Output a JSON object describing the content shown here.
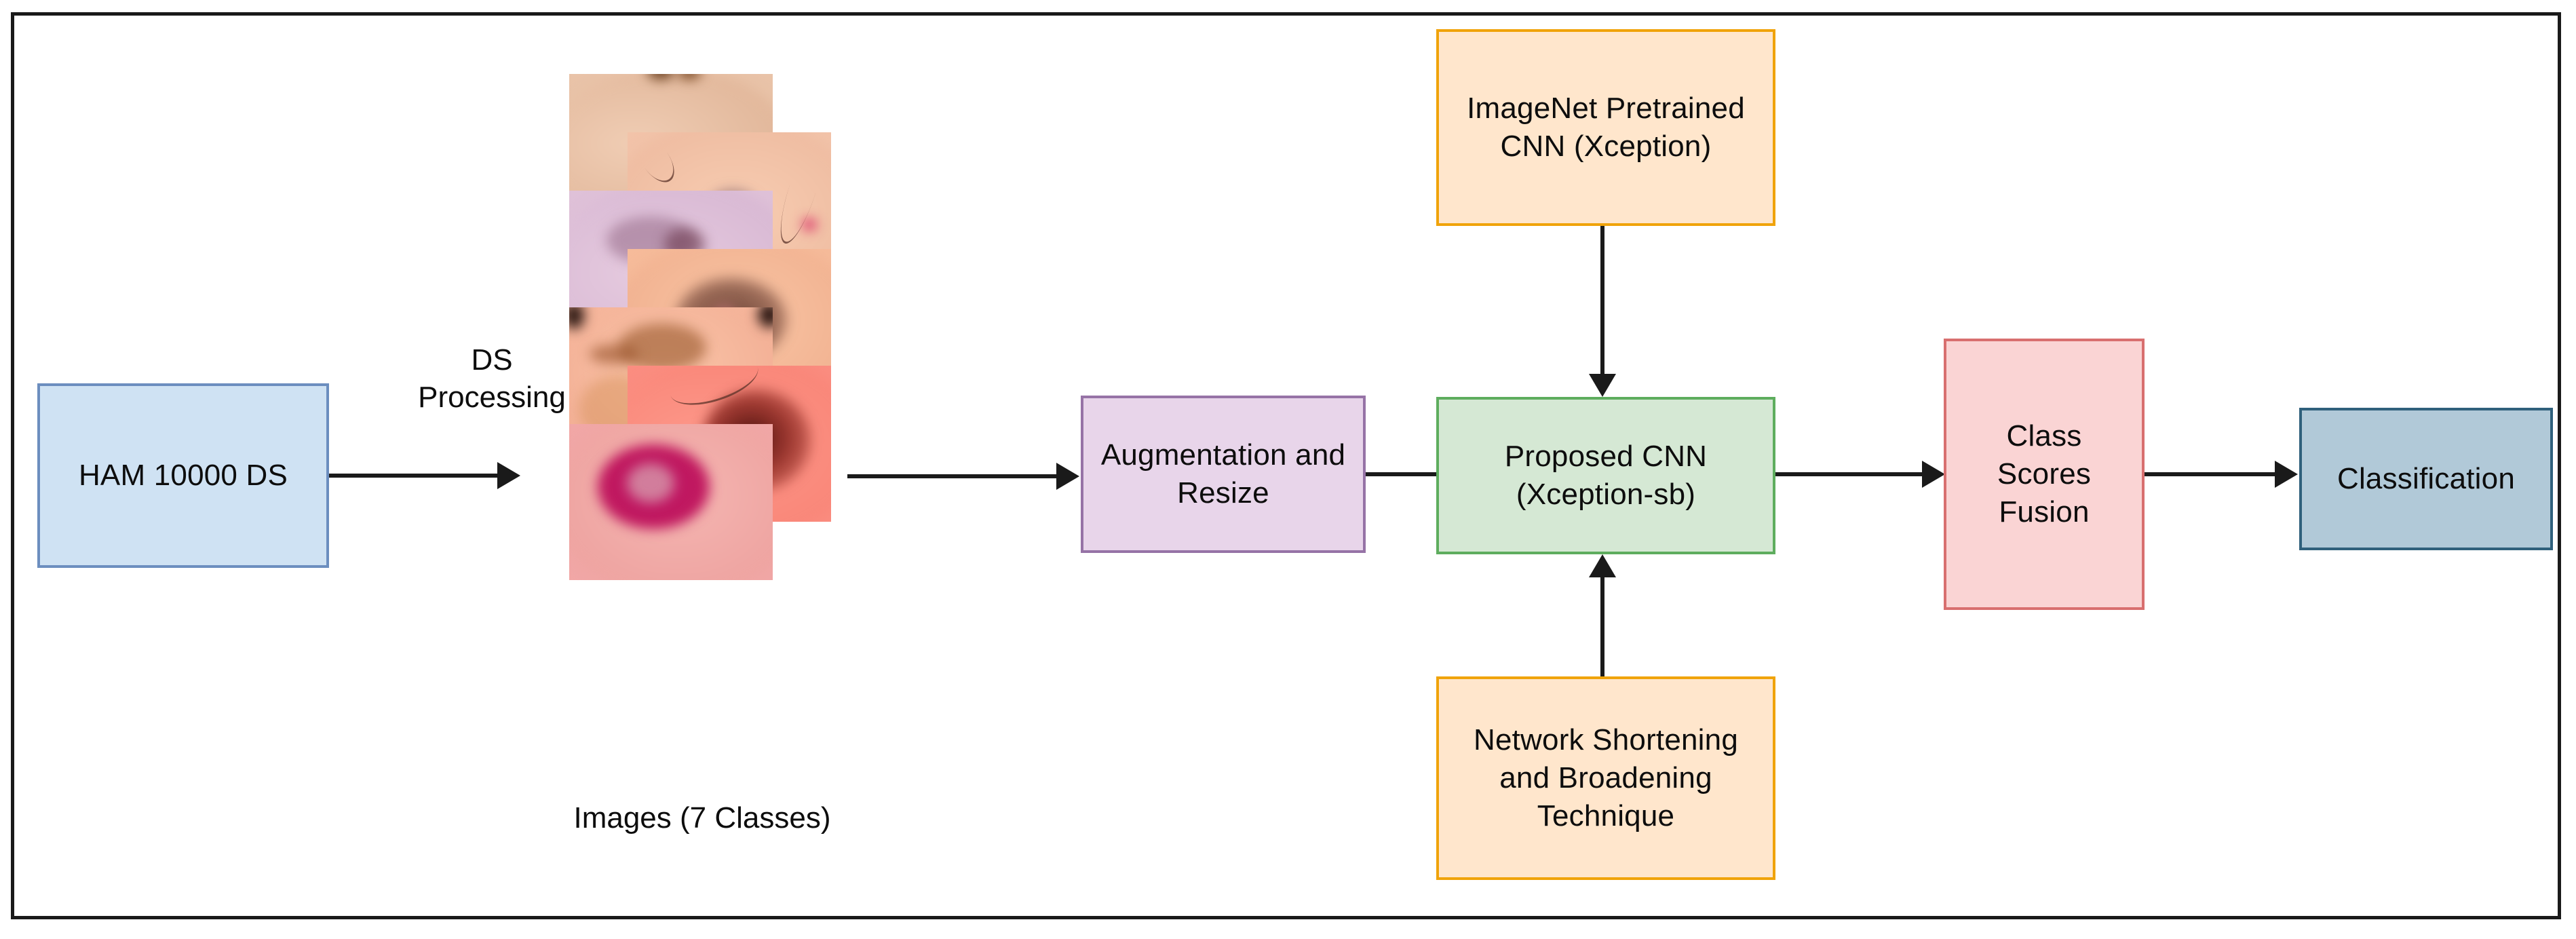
{
  "diagram": {
    "title_present": false,
    "nodes": [
      {
        "id": "dataset",
        "label": "HAM 10000 DS",
        "fill": "#cfe2f3",
        "stroke": "#6c8ebf"
      },
      {
        "id": "augment",
        "label_lines": [
          "Augmentation and",
          "Resize"
        ],
        "fill": "#e8d5ea",
        "stroke": "#9673a6"
      },
      {
        "id": "pretrained",
        "label_lines": [
          "ImageNet Pretrained",
          "CNN (Xception)"
        ],
        "fill": "#ffe6cc",
        "stroke": "#f0a30a"
      },
      {
        "id": "proposed",
        "label_lines": [
          "Proposed CNN",
          "(Xception-sb)"
        ],
        "fill": "#d5e8d4",
        "stroke": "#5ead5e"
      },
      {
        "id": "technique",
        "label_lines": [
          "Network Shortening",
          "and Broadening",
          "Technique"
        ],
        "fill": "#ffe6cc",
        "stroke": "#f0a30a"
      },
      {
        "id": "fusion",
        "label_lines": [
          "Class",
          "Scores",
          "Fusion"
        ],
        "fill": "#fad4d4",
        "stroke": "#d86f6f"
      },
      {
        "id": "classify",
        "label": "Classification",
        "fill": "#b1c9d8",
        "stroke": "#2f607c"
      }
    ],
    "edge_labels": [
      {
        "id": "ds-processing",
        "lines": [
          "DS",
          "Processing"
        ]
      }
    ],
    "captions": [
      {
        "id": "images-caption",
        "text": "Images (7 Classes)"
      }
    ],
    "image_stack": {
      "count": 7,
      "caption": "Images (7 Classes)",
      "items": [
        {
          "name": "skin-lesion-1",
          "base": "#e9c3a8",
          "lesion": "#8b5a3c",
          "side": "left"
        },
        {
          "name": "skin-lesion-2",
          "base": "#f2c3a9",
          "lesion": "#7a5448",
          "side": "right"
        },
        {
          "name": "skin-lesion-3",
          "base": "#dfc1d8",
          "lesion": "#8e5f78",
          "side": "left"
        },
        {
          "name": "skin-lesion-4",
          "base": "#f6bb9a",
          "lesion": "#6e4638",
          "side": "right"
        },
        {
          "name": "skin-lesion-5",
          "base": "#f6b69c",
          "lesion": "#a9632e",
          "side": "left"
        },
        {
          "name": "skin-lesion-6",
          "base": "#fb8d80",
          "lesion": "#6b1d16",
          "side": "right"
        },
        {
          "name": "skin-lesion-7",
          "base": "#f1a7a6",
          "lesion": "#c11765",
          "side": "left"
        }
      ]
    },
    "colors": {
      "line": "#1a1a1a",
      "frame": "#1a1a1a",
      "background": "#ffffff",
      "text": "#0d0d0d"
    }
  }
}
